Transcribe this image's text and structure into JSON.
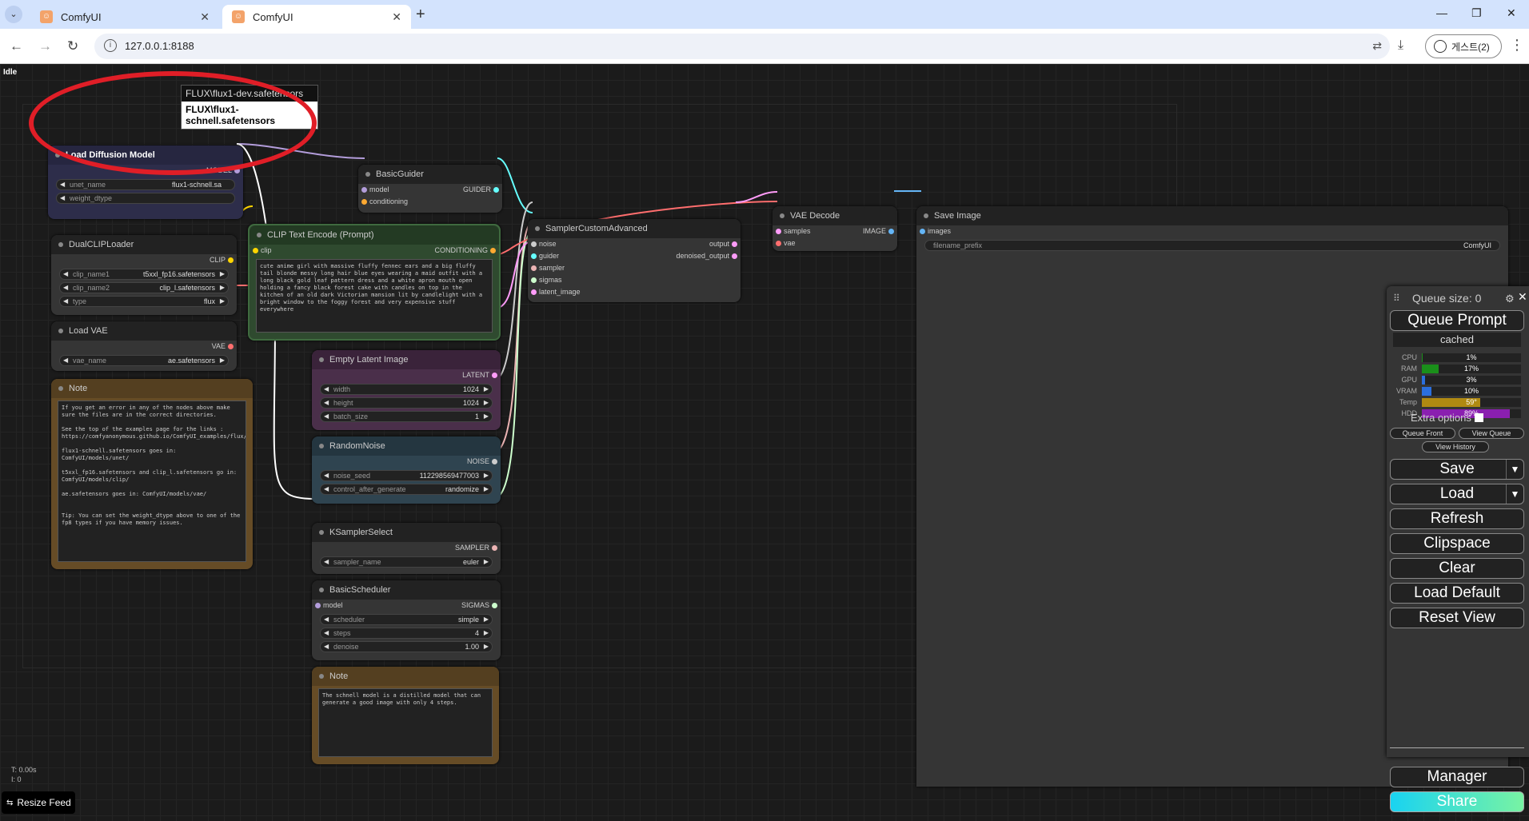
{
  "browser": {
    "tabs": [
      {
        "title": "ComfyUI",
        "active": false
      },
      {
        "title": "ComfyUI",
        "active": true
      }
    ],
    "url": "127.0.0.1:8188",
    "profile_label": "게스트(2)"
  },
  "status": {
    "idle": "Idle",
    "time": "T: 0.00s",
    "iter": "I: 0"
  },
  "resize_feed": "Resize Feed",
  "nodes": {
    "load_diffusion": {
      "title": "Load Diffusion Model",
      "output": "MODEL",
      "widgets": [
        {
          "label": "unet_name",
          "value": "flux1-schnell.sa"
        },
        {
          "label": "weight_dtype",
          "value": ""
        }
      ]
    },
    "dropdown": {
      "options": [
        "FLUX\\flux1-dev.safetensors",
        "FLUX\\flux1-schnell.safetensors"
      ]
    },
    "dual_clip": {
      "title": "DualCLIPLoader",
      "output": "CLIP",
      "widgets": [
        {
          "label": "clip_name1",
          "value": "t5xxl_fp16.safetensors"
        },
        {
          "label": "clip_name2",
          "value": "clip_l.safetensors"
        },
        {
          "label": "type",
          "value": "flux"
        }
      ]
    },
    "load_vae": {
      "title": "Load VAE",
      "output": "VAE",
      "widgets": [
        {
          "label": "vae_name",
          "value": "ae.safetensors"
        }
      ]
    },
    "note1": {
      "title": "Note",
      "text": "If you get an error in any of the nodes above make sure the files are in the correct directories.\n\nSee the top of the examples page for the links : https://comfyanonymous.github.io/ComfyUI_examples/flux/\n\nflux1-schnell.safetensors goes in: ComfyUI/models/unet/\n\nt5xxl_fp16.safetensors and clip_l.safetensors go in: ComfyUI/models/clip/\n\nae.safetensors goes in: ComfyUI/models/vae/\n\n\nTip: You can set the weight_dtype above to one of the fp8 types if you have memory issues."
    },
    "basic_guider": {
      "title": "BasicGuider",
      "inputs": [
        "model",
        "conditioning"
      ],
      "output": "GUIDER"
    },
    "clip_text": {
      "title": "CLIP Text Encode (Prompt)",
      "input": "clip",
      "output": "CONDITIONING",
      "text": "cute anime girl with massive fluffy fennec ears and a big fluffy tail blonde messy long hair blue eyes wearing a maid outfit with a long black gold leaf pattern dress and a white apron mouth open holding a fancy black forest cake with candles on top in the kitchen of an old dark Victorian mansion lit by candlelight with a bright window to the foggy forest and very expensive stuff everywhere"
    },
    "empty_latent": {
      "title": "Empty Latent Image",
      "output": "LATENT",
      "widgets": [
        {
          "label": "width",
          "value": "1024"
        },
        {
          "label": "height",
          "value": "1024"
        },
        {
          "label": "batch_size",
          "value": "1"
        }
      ]
    },
    "random_noise": {
      "title": "RandomNoise",
      "output": "NOISE",
      "widgets": [
        {
          "label": "noise_seed",
          "value": "112298569477003"
        },
        {
          "label": "control_after_generate",
          "value": "randomize"
        }
      ]
    },
    "ksampler_select": {
      "title": "KSamplerSelect",
      "output": "SAMPLER",
      "widgets": [
        {
          "label": "sampler_name",
          "value": "euler"
        }
      ]
    },
    "basic_scheduler": {
      "title": "BasicScheduler",
      "input": "model",
      "output": "SIGMAS",
      "widgets": [
        {
          "label": "scheduler",
          "value": "simple"
        },
        {
          "label": "steps",
          "value": "4"
        },
        {
          "label": "denoise",
          "value": "1.00"
        }
      ]
    },
    "note2": {
      "title": "Note",
      "text": "The schnell model is a distilled model that can generate a good image with only 4 steps."
    },
    "sampler_custom": {
      "title": "SamplerCustomAdvanced",
      "inputs": [
        "noise",
        "guider",
        "sampler",
        "sigmas",
        "latent_image"
      ],
      "outputs": [
        "output",
        "denoised_output"
      ]
    },
    "vae_decode": {
      "title": "VAE Decode",
      "inputs": [
        "samples",
        "vae"
      ],
      "output": "IMAGE"
    },
    "save_image": {
      "title": "Save Image",
      "input": "images",
      "widgets": [
        {
          "label": "filename_prefix",
          "value": "ComfyUI"
        }
      ]
    }
  },
  "menu": {
    "queue_size": "Queue size: 0",
    "queue_prompt": "Queue Prompt",
    "cached": "cached",
    "monitor": [
      {
        "label": "CPU",
        "value": "1%",
        "pct": 1,
        "color": "#1a8f1a"
      },
      {
        "label": "RAM",
        "value": "17%",
        "pct": 17,
        "color": "#1a8f1a"
      },
      {
        "label": "GPU",
        "value": "3%",
        "pct": 3,
        "color": "#2b6fdd"
      },
      {
        "label": "VRAM",
        "value": "10%",
        "pct": 10,
        "color": "#2b6fdd"
      },
      {
        "label": "Temp",
        "value": "59°",
        "pct": 59,
        "color": "#b08a12"
      },
      {
        "label": "HDD",
        "value": "89%",
        "pct": 89,
        "color": "#8a1fb0"
      }
    ],
    "extra_options": "Extra options",
    "queue_front": "Queue Front",
    "view_queue": "View Queue",
    "view_history": "View History",
    "save": "Save",
    "load": "Load",
    "refresh": "Refresh",
    "clipspace": "Clipspace",
    "clear": "Clear",
    "load_default": "Load Default",
    "reset_view": "Reset View",
    "manager": "Manager",
    "share": "Share"
  }
}
